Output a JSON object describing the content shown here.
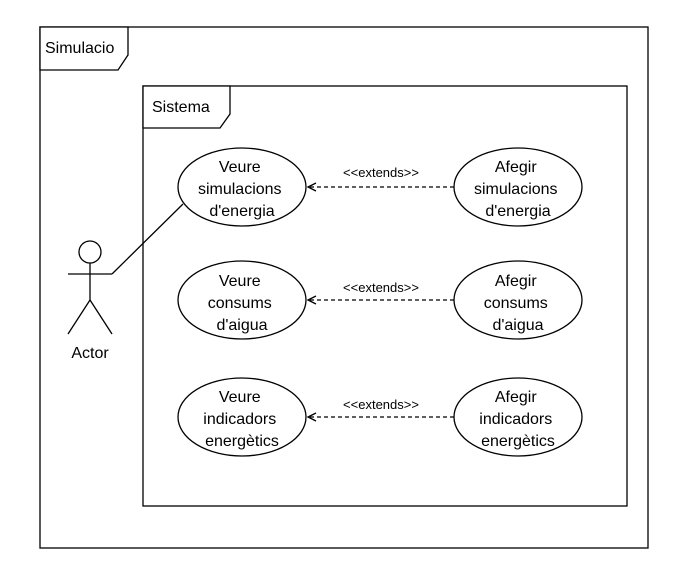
{
  "outer_frame": {
    "label": "Simulacio"
  },
  "system_frame": {
    "label": "Sistema"
  },
  "actor": {
    "label": "Actor"
  },
  "relation_label": "<<extends>>",
  "base_use_cases": [
    {
      "lines": [
        "Veure",
        "simulacions",
        "d'energia"
      ]
    },
    {
      "lines": [
        "Veure",
        "consums",
        "d'aigua"
      ]
    },
    {
      "lines": [
        "Veure",
        "indicadors",
        "energètics"
      ]
    }
  ],
  "extension_use_cases": [
    {
      "lines": [
        "Afegir",
        "simulacions",
        "d'energia"
      ]
    },
    {
      "lines": [
        "Afegir",
        "consums",
        "d'aigua"
      ]
    },
    {
      "lines": [
        "Afegir",
        "indicadors",
        "energètics"
      ]
    }
  ]
}
